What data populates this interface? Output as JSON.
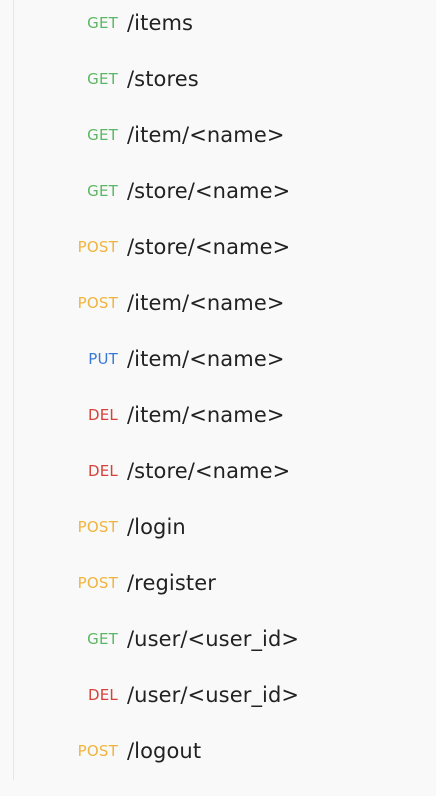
{
  "colors": {
    "GET": "#5bb664",
    "POST": "#f0b43c",
    "PUT": "#3a78d6",
    "DEL": "#d9403a",
    "path_text": "#222222",
    "background": "#f9f9f9"
  },
  "endpoints": [
    {
      "method": "GET",
      "path": "/items"
    },
    {
      "method": "GET",
      "path": "/stores"
    },
    {
      "method": "GET",
      "path": "/item/<name>"
    },
    {
      "method": "GET",
      "path": "/store/<name>"
    },
    {
      "method": "POST",
      "path": "/store/<name>"
    },
    {
      "method": "POST",
      "path": "/item/<name>"
    },
    {
      "method": "PUT",
      "path": "/item/<name>"
    },
    {
      "method": "DEL",
      "path": "/item/<name>"
    },
    {
      "method": "DEL",
      "path": "/store/<name>"
    },
    {
      "method": "POST",
      "path": "/login"
    },
    {
      "method": "POST",
      "path": "/register"
    },
    {
      "method": "GET",
      "path": "/user/<user_id>"
    },
    {
      "method": "DEL",
      "path": "/user/<user_id>"
    },
    {
      "method": "POST",
      "path": "/logout"
    }
  ]
}
